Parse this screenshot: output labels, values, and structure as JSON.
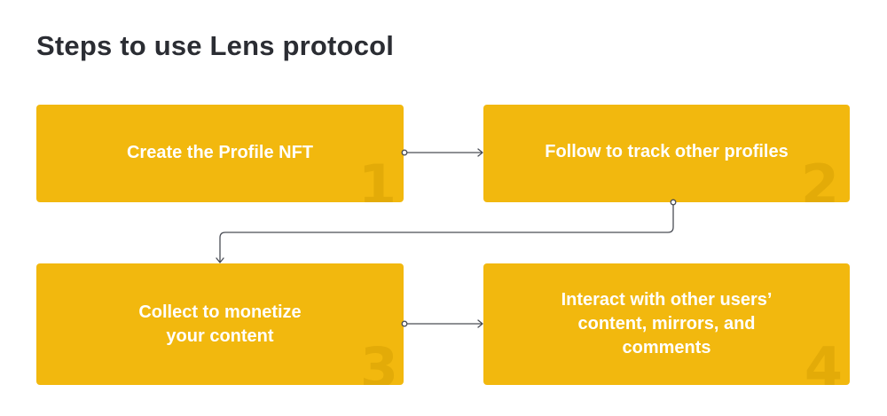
{
  "title": "Steps to use Lens protocol",
  "steps": [
    {
      "number": "1",
      "label": "Create the Profile NFT"
    },
    {
      "number": "2",
      "label": "Follow to track other profiles"
    },
    {
      "number": "3",
      "label": "Collect to monetize\nyour content"
    },
    {
      "number": "4",
      "label": "Interact with other users’\ncontent, mirrors, and\ncomments"
    }
  ],
  "colors": {
    "box": "#f2b80e",
    "number": "#e3ab08",
    "text": "#ffffff",
    "title": "#2b2d33",
    "connector": "#4a4d55"
  }
}
